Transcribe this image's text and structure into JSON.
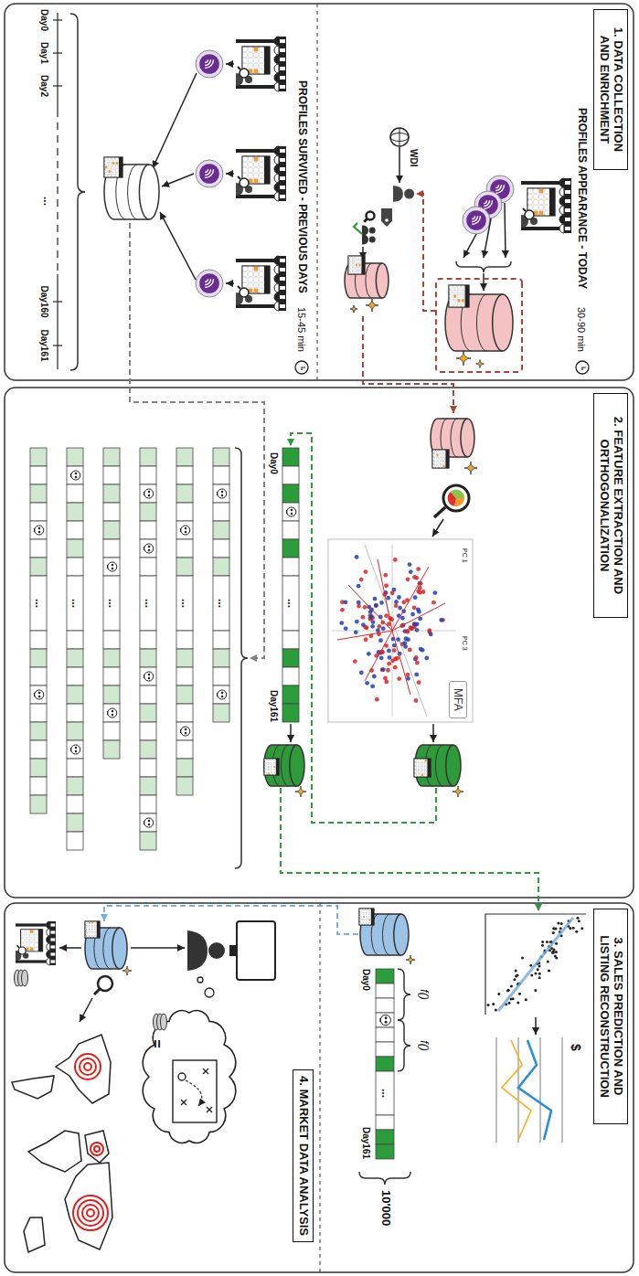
{
  "diagram": {
    "nodes": [
      {
        "text": [
          "1. DATA COLLECTION AND ENRICHMENT"
        ]
      },
      {
        "text": [
          "2. FEATURE EXTRACTION AND ORTHOGONALIZATION"
        ]
      },
      {
        "text": [
          "3. SALES PREDICTION AND LISTING RECONSTRUCTION"
        ]
      },
      {
        "text": [
          "4. MARKET DATA ANALYSIS"
        ]
      },
      {
        "text": [
          "MFA"
        ]
      }
    ],
    "labels": [
      "PROFILES APPEARANCE - TODAY",
      "30-90 min",
      "WDI",
      "PROFILES SURVIVED - PREVIOUS DAYS",
      "15-45 min",
      "Day0",
      "Day1",
      "Day2",
      "...",
      "Day160",
      "Day161",
      "PC 1",
      "PC 3",
      "Day0",
      "...",
      "Day161",
      "...",
      "...",
      "...",
      "...",
      "...",
      "...",
      "f()",
      "f()",
      "$",
      "Day0",
      "...",
      "Day161",
      "10'000",
      "="
    ]
  }
}
